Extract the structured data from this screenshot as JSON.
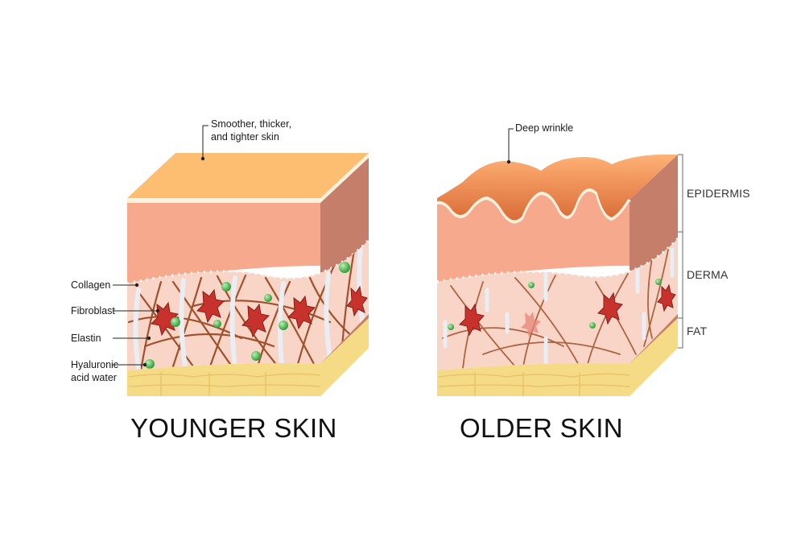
{
  "labels": {
    "younger_top": "Smoother, thicker,",
    "younger_top_2": "and tighter skin",
    "older_top": "Deep wrinkle",
    "collagen": "Collagen",
    "fibroblast": "Fibroblast",
    "elastin": "Elastin",
    "hyaluronic": "Hyaluronic",
    "hyaluronic_2": "acid water"
  },
  "layers": {
    "epidermis": "EPIDERMIS",
    "derma": "DERMA",
    "fat": "FAT"
  },
  "titles": {
    "younger": "YOUNGER SKIN",
    "older": "OLDER SKIN"
  },
  "colors": {
    "top_surface": "#FDBE72",
    "epidermis_front": "#F6A98C",
    "epidermis_side": "#C47E6A",
    "dermis": "#F8D5C7",
    "collagen_fiber": "#A0502A",
    "elastin_fiber": "#E8EEF3",
    "fibroblast": "#C8322C",
    "hyaluronic_drop": "#3DB443",
    "fat": "#F6DB86",
    "fat_side": "#E2C15E"
  }
}
